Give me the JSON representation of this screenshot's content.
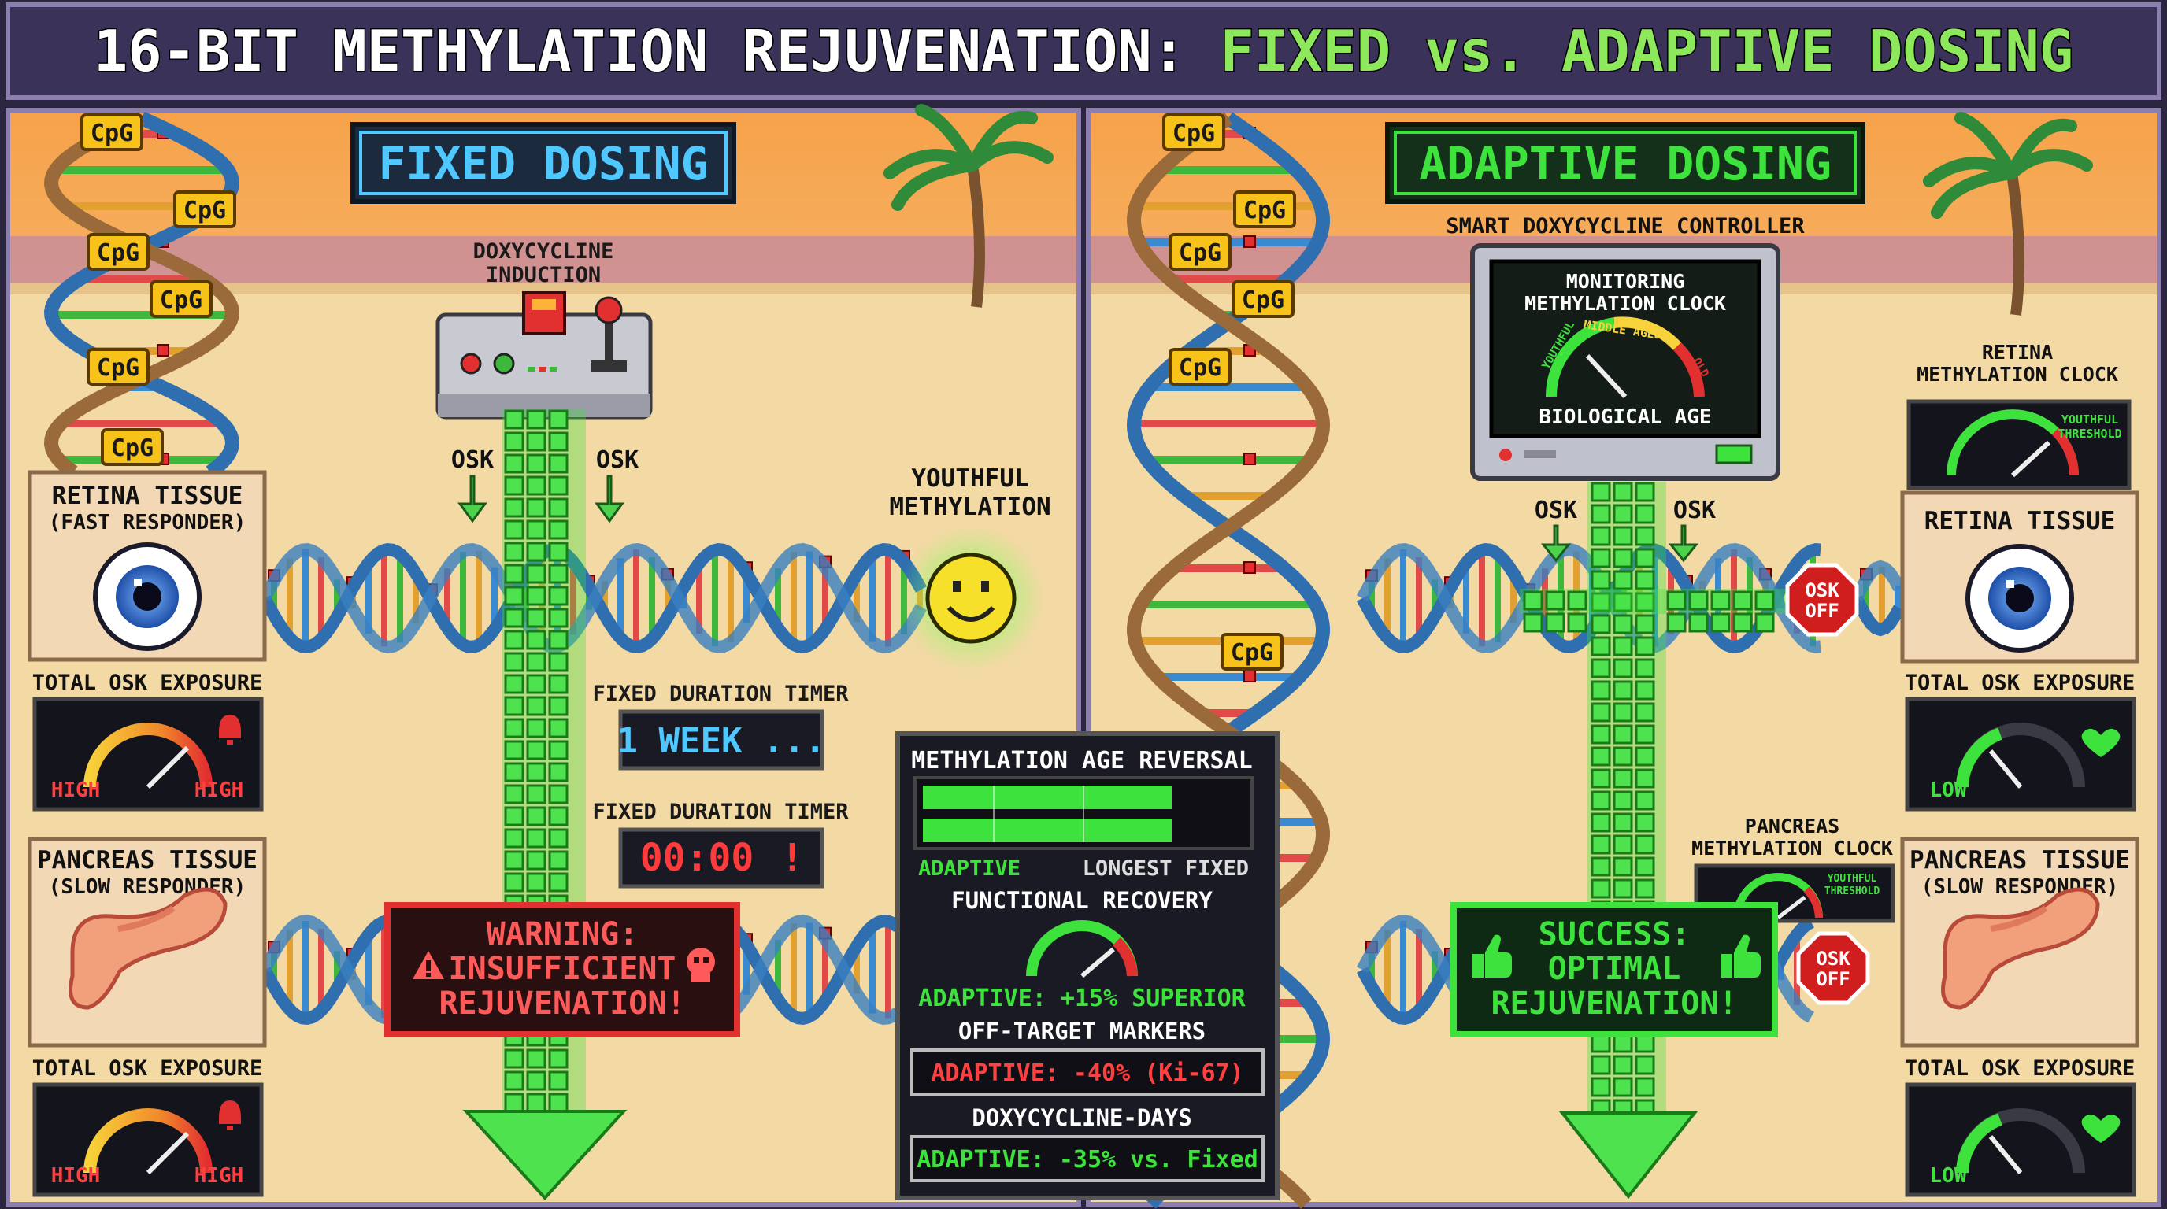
{
  "title": {
    "prefix": "16-BIT METHYLATION REJUVENATION: ",
    "highlight": "FIXED vs. ADAPTIVE DOSING"
  },
  "cpg_label": "CpG",
  "colors": {
    "bg_dark": "#2b2540",
    "neon_green": "#3de23d",
    "neon_blue": "#4ec8ff",
    "warning_red": "#e23030",
    "sand": "#f3d9a4"
  },
  "left": {
    "badge": "FIXED DOSING",
    "induction": [
      "DOXYCYCLINE",
      "INDUCTION"
    ],
    "osk": "OSK",
    "youthful": [
      "YOUTHFUL",
      "METHYLATION"
    ],
    "timer1_label": "FIXED DURATION TIMER",
    "timer1_value": "1 WEEK ...",
    "timer2_label": "FIXED DURATION TIMER",
    "timer2_value": "00:00",
    "timer2_flag": "!",
    "retina": [
      "RETINA TISSUE",
      "(FAST RESPONDER)"
    ],
    "pancreas": [
      "PANCREAS TISSUE",
      "(SLOW RESPONDER)"
    ],
    "exposure_label": "TOTAL OSK EXPOSURE",
    "exposure_low": "HIGH",
    "exposure_high": "HIGH",
    "warning": [
      "WARNING:",
      "INSUFFICIENT",
      "REJUVENATION!"
    ]
  },
  "center": {
    "head": "METHYLATION AGE REVERSAL",
    "bar_adaptive": "ADAPTIVE",
    "bar_fixed": "LONGEST FIXED",
    "functional": "FUNCTIONAL RECOVERY",
    "functional_value": "ADAPTIVE: +15% SUPERIOR",
    "offtarget": "OFF-TARGET MARKERS",
    "offtarget_value": "ADAPTIVE: -40% (Ki-67)",
    "doxy": "DOXYCYCLINE-DAYS",
    "doxy_value": "ADAPTIVE: -35% vs. Fixed"
  },
  "right": {
    "badge": "ADAPTIVE DOSING",
    "controller": "SMART DOXYCYCLINE CONTROLLER",
    "monitor": [
      "MONITORING",
      "METHYLATION CLOCK"
    ],
    "clock_youthful": "YOUTHFUL",
    "clock_middle": "MIDDLE AGED",
    "clock_old": "OLD",
    "bio_age": "BIOLOGICAL AGE",
    "osk": "OSK",
    "osk_off": [
      "OSK",
      "OFF"
    ],
    "retina_clock": [
      "RETINA",
      "METHYLATION CLOCK"
    ],
    "pancreas_clock": [
      "PANCREAS",
      "METHYLATION CLOCK"
    ],
    "youthful_threshold": [
      "YOUTHFUL",
      "THRESHOLD"
    ],
    "retina": [
      "RETINA TISSUE"
    ],
    "pancreas": [
      "PANCREAS TISSUE",
      "(SLOW RESPONDER)"
    ],
    "exposure_label": "TOTAL OSK EXPOSURE",
    "exposure_low": "LOW",
    "success": [
      "SUCCESS:",
      "OPTIMAL",
      "REJUVENATION!"
    ]
  }
}
